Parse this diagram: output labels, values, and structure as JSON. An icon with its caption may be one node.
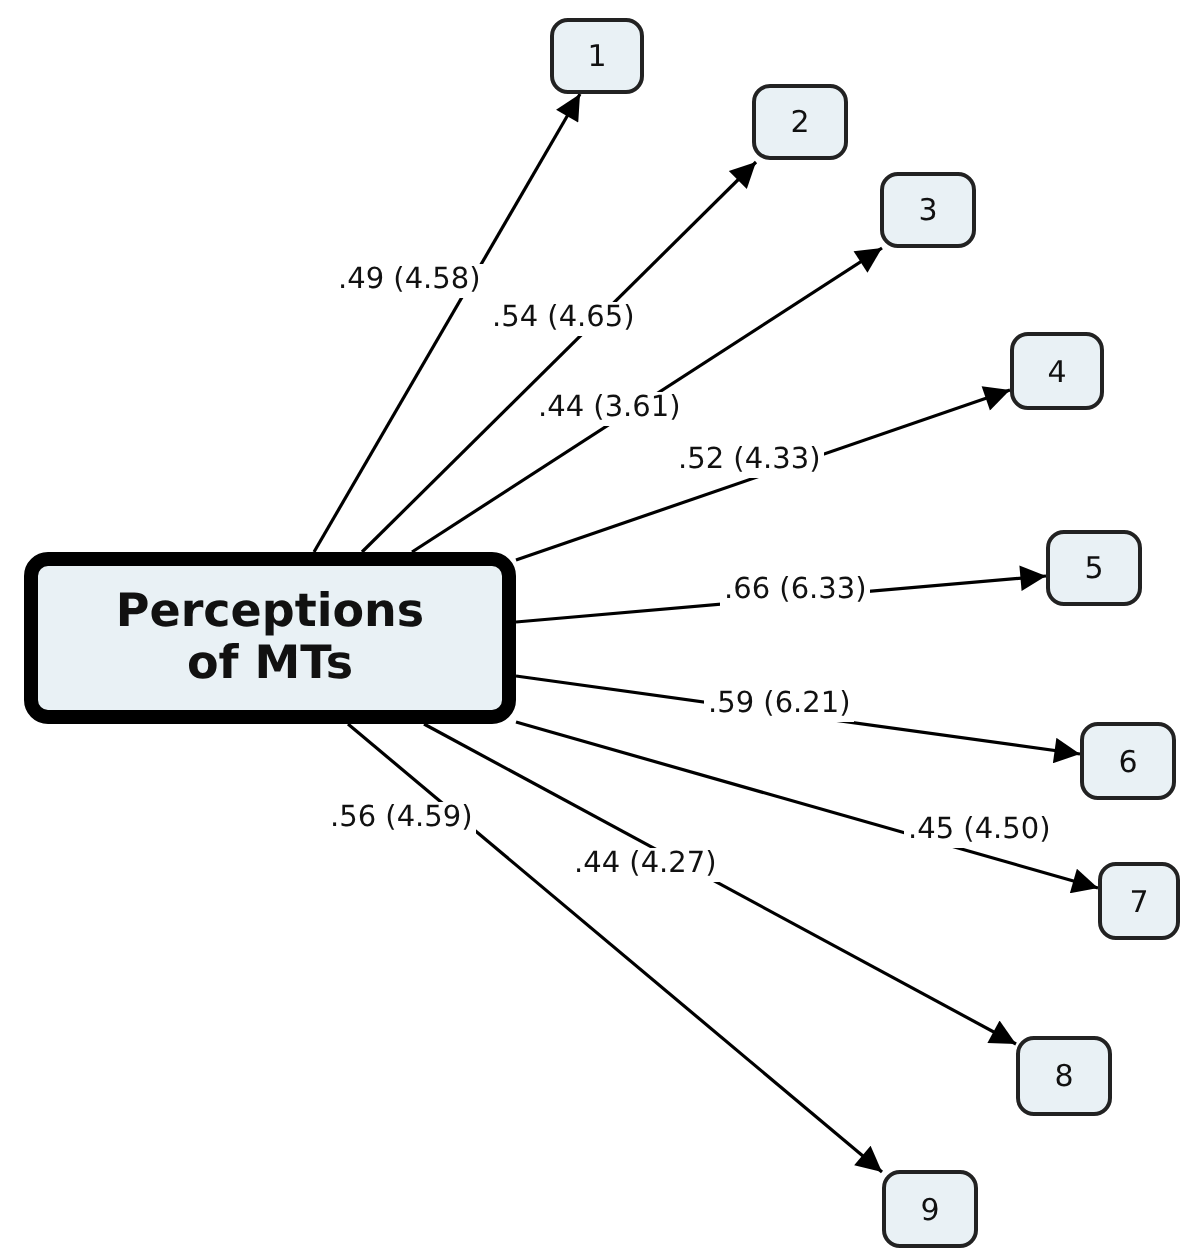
{
  "diagram": {
    "nodes": [
      {
        "text": [
          "Perceptions of MTs"
        ]
      },
      {
        "text": [
          "1"
        ]
      },
      {
        "text": [
          "2"
        ]
      },
      {
        "text": [
          "3"
        ]
      },
      {
        "text": [
          "4"
        ]
      },
      {
        "text": [
          "5"
        ]
      },
      {
        "text": [
          "6"
        ]
      },
      {
        "text": [
          "7"
        ]
      },
      {
        "text": [
          "8"
        ]
      },
      {
        "text": [
          "9"
        ]
      }
    ],
    "edges": [
      {
        "from": 0,
        "to": 1,
        "arrow": "to",
        "label": ".49 (4.58)"
      },
      {
        "from": 0,
        "to": 2,
        "arrow": "to",
        "label": ".54 (4.65)"
      },
      {
        "from": 0,
        "to": 3,
        "arrow": "to",
        "label": ".44 (3.61)"
      },
      {
        "from": 0,
        "to": 4,
        "arrow": "to",
        "label": ".52 (4.33)"
      },
      {
        "from": 0,
        "to": 5,
        "arrow": "to",
        "label": ".66 (6.33)"
      },
      {
        "from": 0,
        "to": 6,
        "arrow": "to",
        "label": ".59 (6.21)"
      },
      {
        "from": 0,
        "to": 7,
        "arrow": "to",
        "label": ".45 (4.50)"
      },
      {
        "from": 0,
        "to": 8,
        "arrow": "to",
        "label": ".44 (4.27)"
      },
      {
        "from": 0,
        "to": 9,
        "arrow": "to",
        "label": ".56 (4.59)"
      }
    ]
  }
}
